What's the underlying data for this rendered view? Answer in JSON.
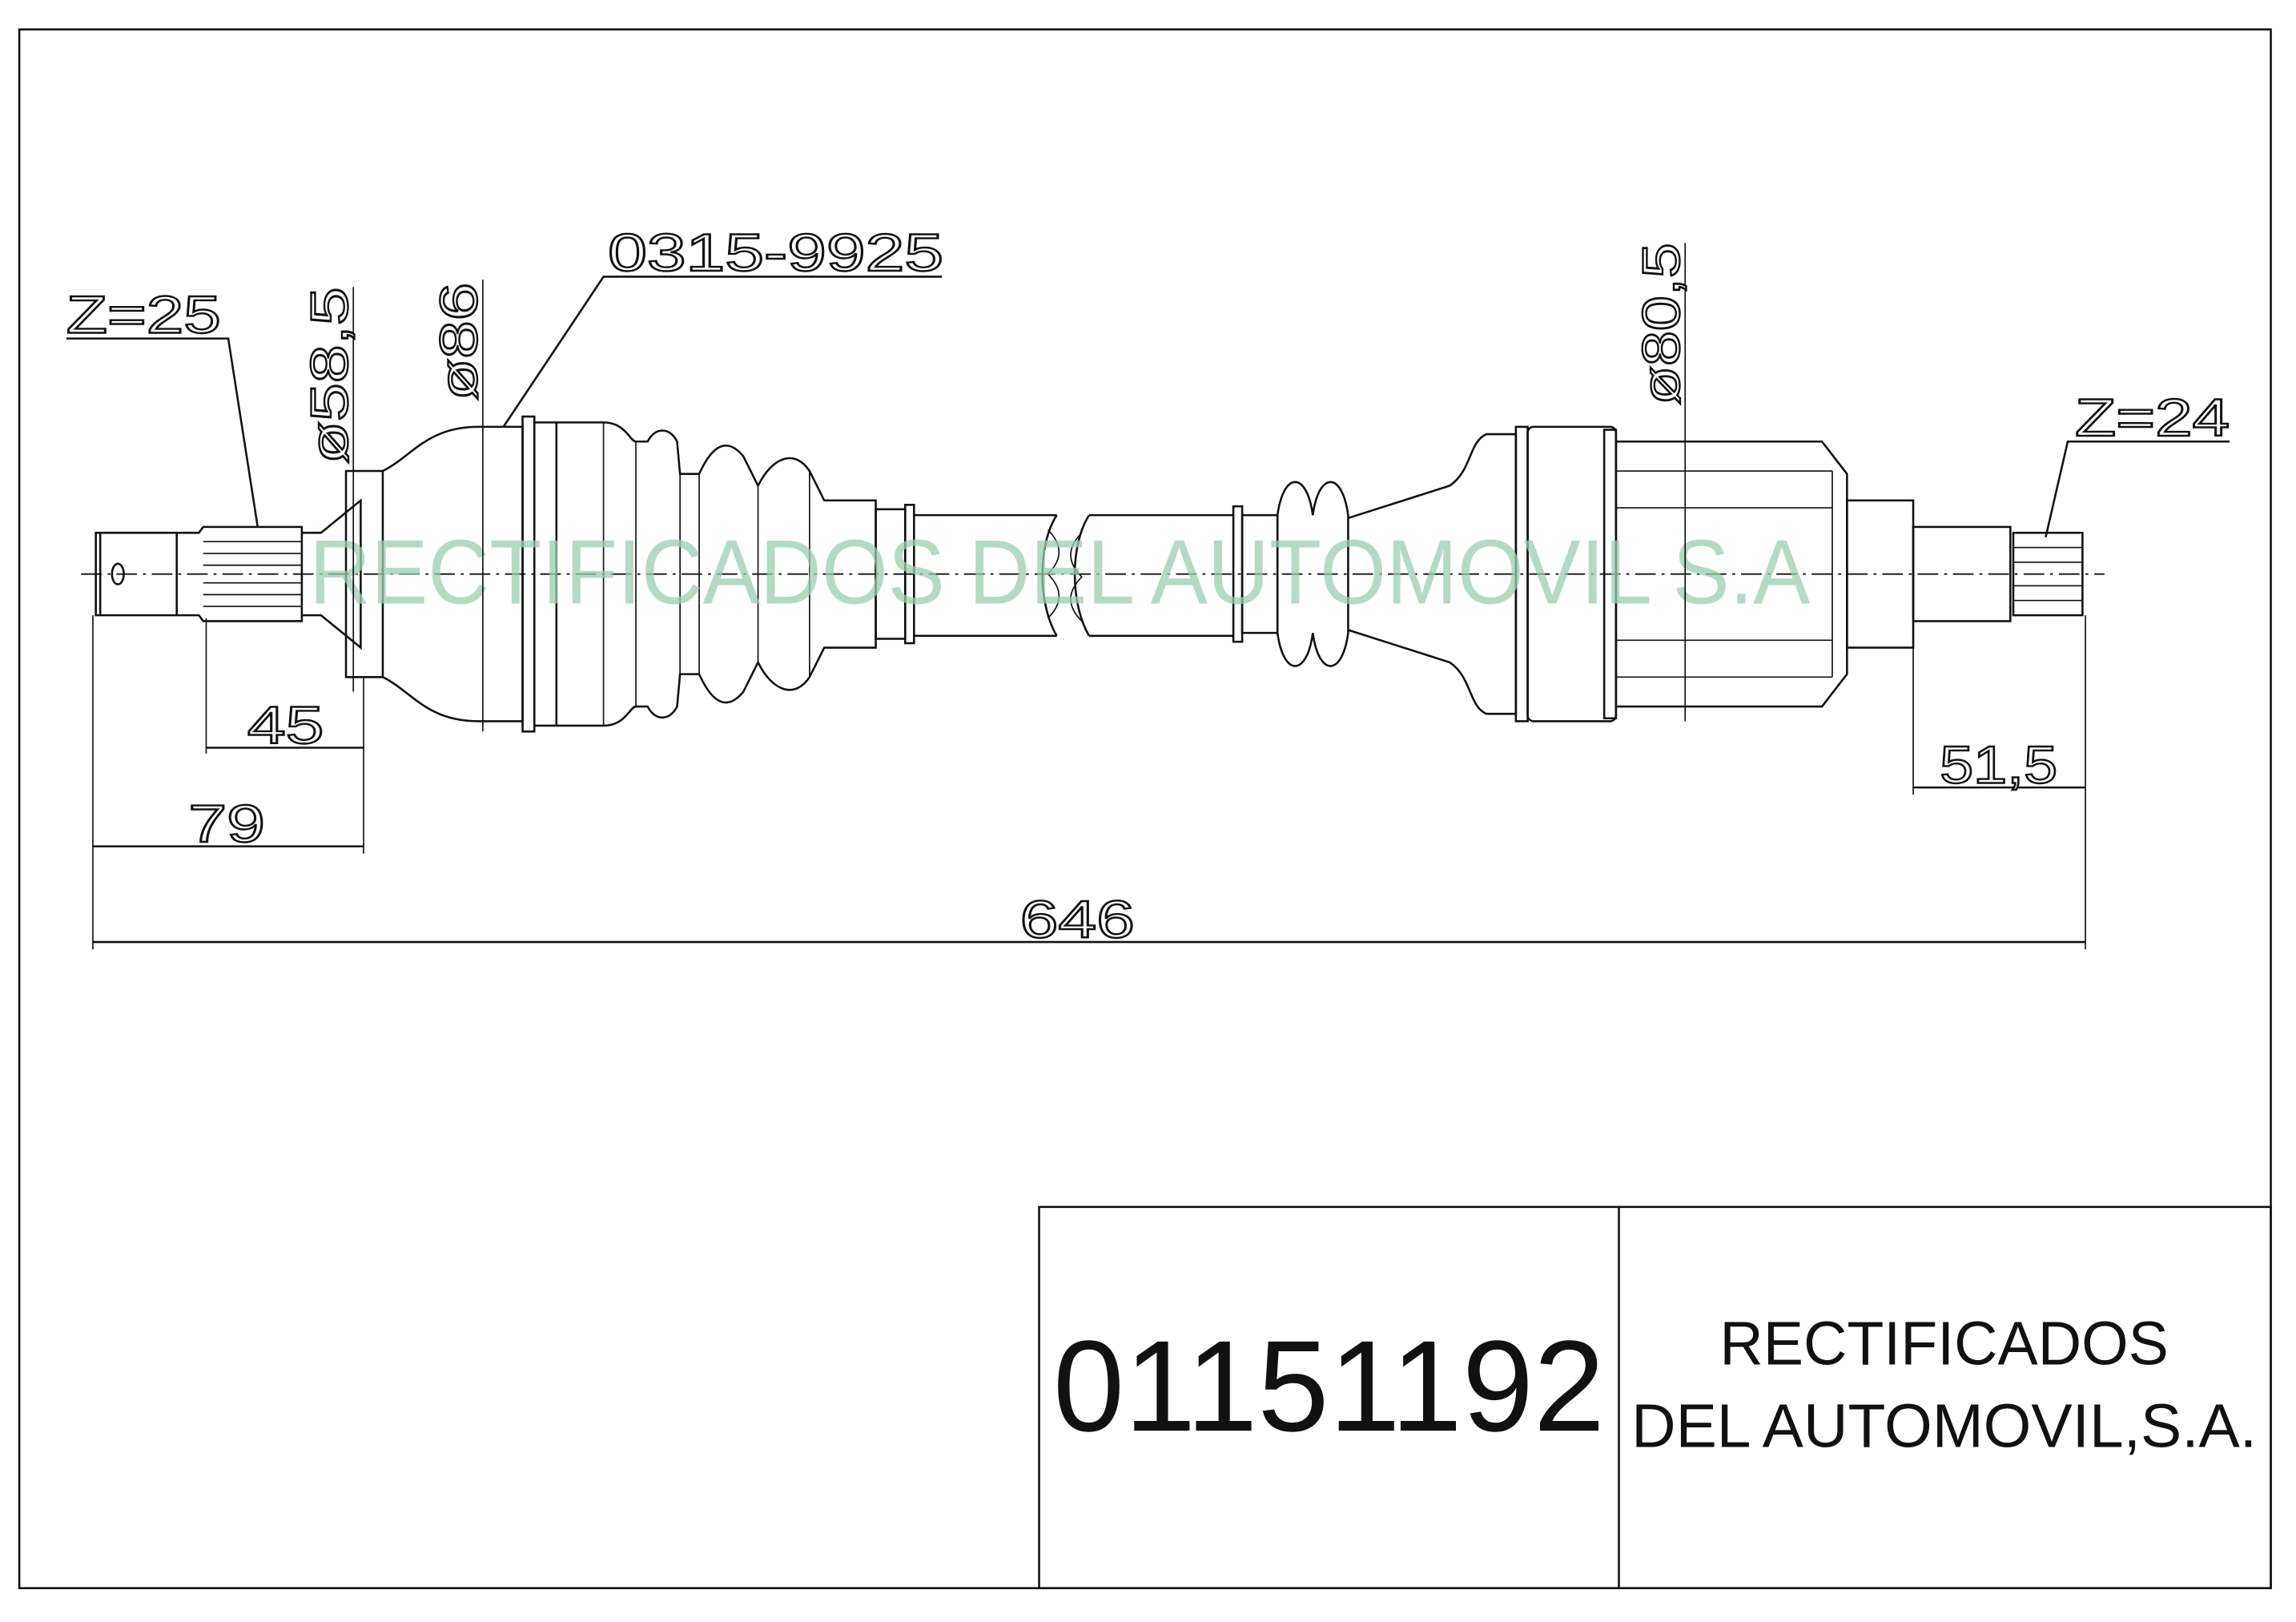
{
  "drawing": {
    "left_teeth": "Z=25",
    "right_teeth": "Z=24",
    "boot_ref": "0315-9925",
    "dia_left_small": "ø58,5",
    "dia_left_large": "ø86",
    "dia_right": "ø80,5",
    "dim_45": "45",
    "dim_79": "79",
    "dim_515": "51,5",
    "dim_646": "646",
    "watermark": "RECTIFICADOS DEL AUTOMOVIL S.A"
  },
  "title_block": {
    "part_number": "01151192",
    "company_line1": "RECTIFICADOS",
    "company_line2": "DEL AUTOMOVIL,S.A."
  },
  "colors": {
    "watermark": "#9ccfae",
    "line": "#111111"
  }
}
